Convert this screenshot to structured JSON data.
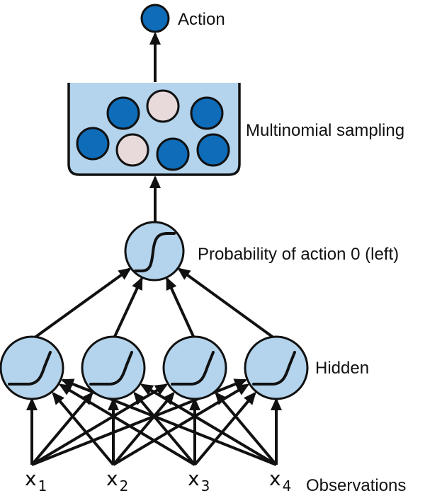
{
  "title": "Neural network policy with multinomial sampling",
  "labels": {
    "action": "Action",
    "sampling": "Multinomial sampling",
    "probability": "Probability of action 0 (left)",
    "hidden": "Hidden",
    "observations": "Observations"
  },
  "inputs": [
    {
      "base": "x",
      "sub": "1"
    },
    {
      "base": "x",
      "sub": "2"
    },
    {
      "base": "x",
      "sub": "3"
    },
    {
      "base": "x",
      "sub": "4"
    }
  ],
  "hidden_layer": {
    "count": 4,
    "activation": "relu-like"
  },
  "output_node": {
    "activation": "sigmoid"
  },
  "sampling_balls": [
    "blue",
    "pink",
    "blue",
    "blue",
    "pink",
    "blue",
    "blue"
  ],
  "colors": {
    "node_fill": "#b3d4ec",
    "box_fill": "#b3d4ec",
    "ball_blue": "#0f6cb8",
    "ball_pink": "#e8dadb",
    "action_fill": "#0f6cb8",
    "stroke": "#111111"
  }
}
